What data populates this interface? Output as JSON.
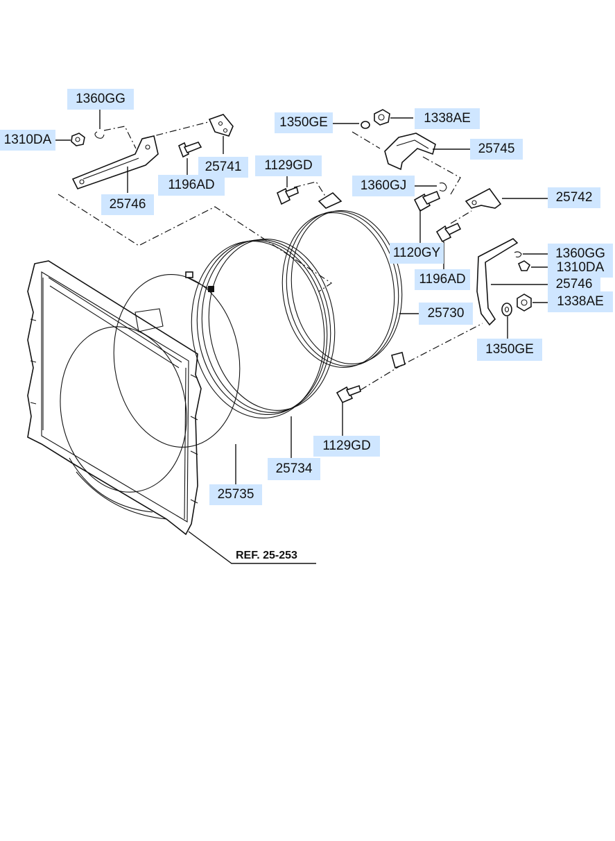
{
  "labels": {
    "p_1360GG_top": "1360GG",
    "p_1310DA_left": "1310DA",
    "p_1196AD_top": "1196AD",
    "p_25741": "25741",
    "p_25746_top": "25746",
    "p_1350GE_top": "1350GE",
    "p_1338AE_top": "1338AE",
    "p_25745": "25745",
    "p_1129GD_top": "1129GD",
    "p_1360GJ": "1360GJ",
    "p_25742": "25742",
    "p_1120GY": "1120GY",
    "p_1196AD_right": "1196AD",
    "p_1360GG_right": "1360GG",
    "p_1310DA_right": "1310DA",
    "p_25746_right": "25746",
    "p_1338AE_right": "1338AE",
    "p_25730": "25730",
    "p_1350GE_right": "1350GE",
    "p_1129GD_bottom": "1129GD",
    "p_25734": "25734",
    "p_25735": "25735"
  },
  "reference": "REF. 25-253",
  "colors": {
    "label_highlight": "#cfe6ff",
    "line": "#111111"
  }
}
